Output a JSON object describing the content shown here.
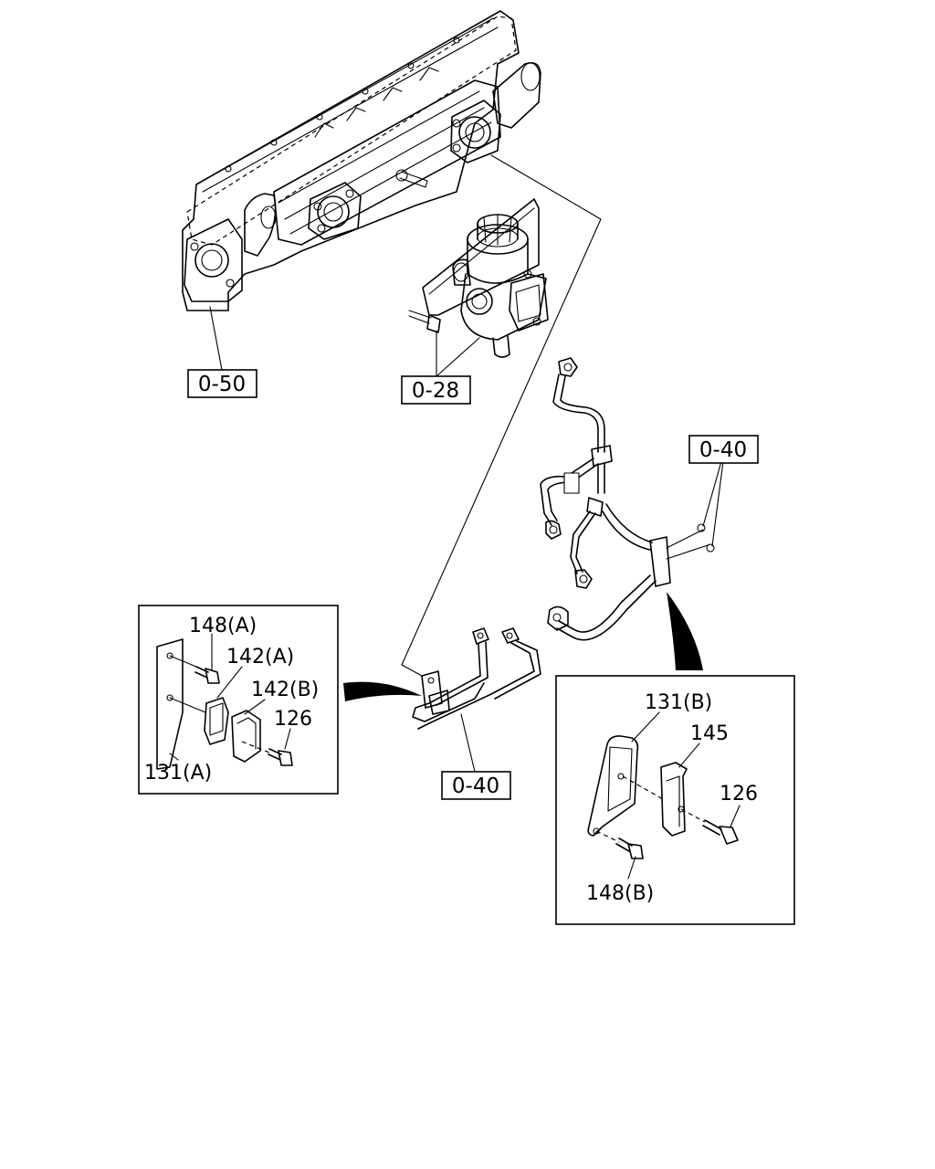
{
  "references": {
    "oil_cooler_ref": "0-50",
    "thermostat_ref": "0-28",
    "pipe_upper_ref": "0-40",
    "pipe_lower_ref": "0-40"
  },
  "detail_a": {
    "labels": {
      "bolt": "148(A)",
      "clip_a": "142(A)",
      "clip_b": "142(B)",
      "screw": "126",
      "bracket": "131(A)"
    }
  },
  "detail_b": {
    "labels": {
      "bracket": "131(B)",
      "clamp": "145",
      "screw": "126",
      "bolt": "148(B)"
    }
  }
}
